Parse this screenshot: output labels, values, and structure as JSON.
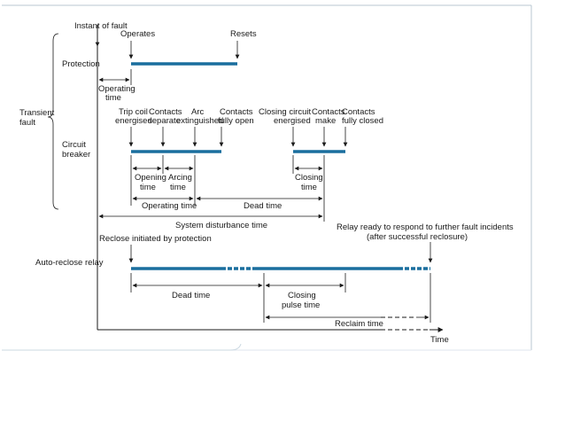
{
  "colors": {
    "bar": "#1a6e9e",
    "ink": "#1a1a1a",
    "frame": "#b9c7d2"
  },
  "labels": {
    "instant_of_fault": "Instant of fault",
    "operates": "Operates",
    "resets": "Resets",
    "protection": "Protection",
    "transient_fault": [
      "Transient",
      "fault"
    ],
    "circuit_breaker": [
      "Circuit",
      "breaker"
    ],
    "operating_time_relay": [
      "Operating",
      "time"
    ],
    "trip_coil": [
      "Trip coil",
      "energised"
    ],
    "contacts_separate": [
      "Contacts",
      "separate"
    ],
    "arc_extinguished": [
      "Arc",
      "extinguished"
    ],
    "contacts_fully_open": [
      "Contacts",
      "fully open"
    ],
    "closing_circuit": [
      "Closing circuit",
      "energised"
    ],
    "contacts_make": [
      "Contacts",
      "make"
    ],
    "contacts_fully_closed": [
      "Contacts",
      "fully closed"
    ],
    "opening_time": [
      "Opening",
      "time"
    ],
    "arcing_time": [
      "Arcing",
      "time"
    ],
    "closing_time": [
      "Closing",
      "time"
    ],
    "operating_time_cb": "Operating time",
    "dead_time_cb": "Dead time",
    "system_disturbance_time": "System disturbance time",
    "relay_ready": [
      "Relay ready to respond to further fault incidents",
      "(after successful reclosure)"
    ],
    "reclose_initiated": "Reclose initiated by protection",
    "auto_reclose_relay": "Auto-reclose relay",
    "dead_time_relay": "Dead time",
    "closing_pulse_time": [
      "Closing",
      "pulse time"
    ],
    "reclaim_time": "Reclaim time",
    "time_axis": "Time"
  }
}
